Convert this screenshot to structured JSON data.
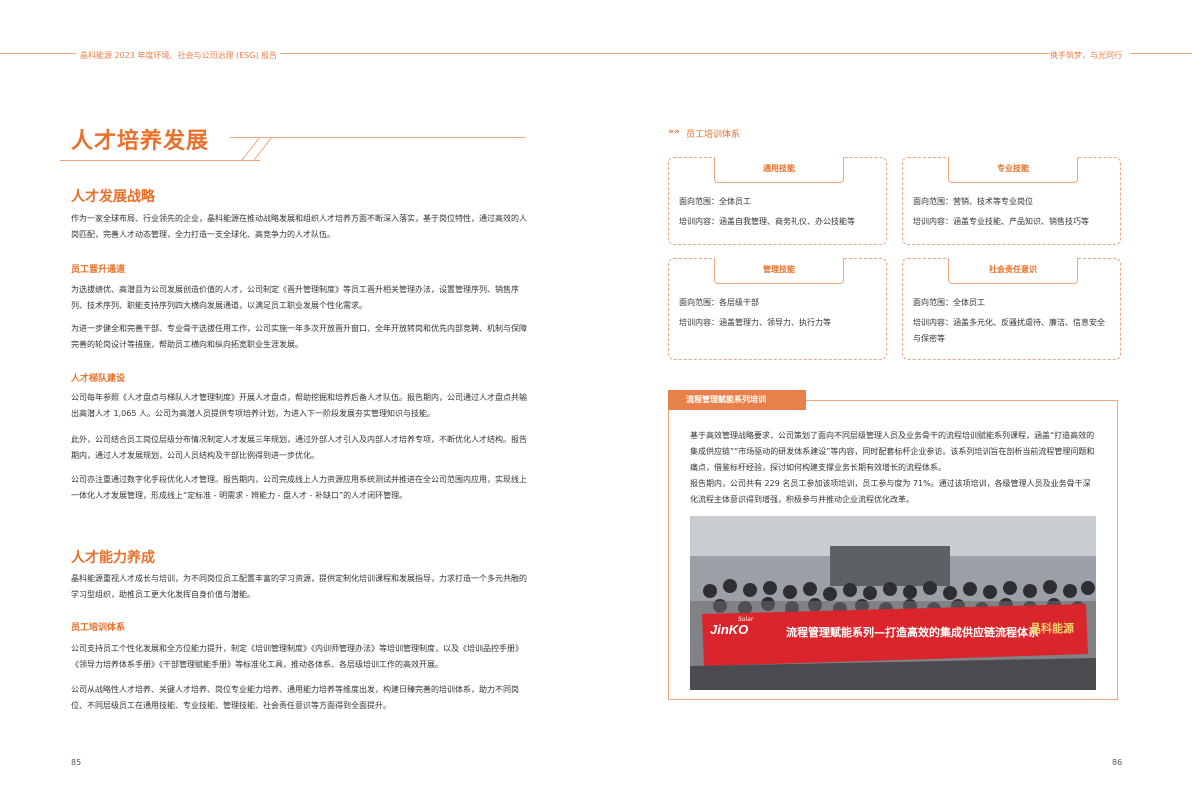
{
  "header": {
    "left": "晶科能源 2023 年度环境、社会与公司治理 (ESG) 报告",
    "right": "携手筑梦，与光同行"
  },
  "page_numbers": {
    "left": "85",
    "right": "86"
  },
  "left": {
    "title": "人才培养发展",
    "strategy": {
      "heading": "人才发展战略",
      "intro": "作为一家全球布局、行业领先的企业，晶科能源在推动战略发展和组织人才培养方面不断深入落实，基于岗位特性，通过高效的人岗匹配，完善人才动态管理，全力打造一支全球化、高竞争力的人才队伍。"
    },
    "promotion": {
      "heading": "员工晋升通道",
      "p1": "为选拔绩优、高潜且为公司发展创造价值的人才，公司制定《晋升管理制度》等员工晋升相关管理办法，设置管理序列、销售序列、技术序列、职能支持序列四大横向发展通道，以满足员工职业发展个性化需求。",
      "p2": "为进一步健全和完善干部、专业骨干选拔任用工作，公司实施一年多次开放晋升窗口、全年开放转岗和优先内部竞聘、机制与保障完善的轮岗设计等措施，帮助员工横向和纵向拓宽职业生涯发展。"
    },
    "echelon": {
      "heading": "人才梯队建设",
      "p1": "公司每年参照《人才盘点与梯队人才管理制度》开展人才盘点，帮助挖掘和培养后备人才队伍。报告期内，公司通过人才盘点共输出高潜人才 1,065 人。公司为高潜人员提供专项培养计划，为进入下一阶段发展夯实管理知识与技能。",
      "p2": "此外，公司结合员工岗位层级分布情况制定人才发展三年规划，通过外部人才引入及内部人才培养专项，不断优化人才结构。报告期内，通过人才发展规划，公司人员结构及干部比例得到进一步优化。",
      "p3": "公司亦注重通过数字化手段优化人才管理。报告期内，公司完成线上人力资源应用系统测试并推进在全公司范围内应用，实现线上一体化人才发展管理，形成线上“定标准 - 明需求 - 辨能力 - 盘人才 - 补缺口”的人才闭环管理。"
    },
    "capability": {
      "heading": "人才能力养成",
      "intro": "晶科能源重视人才成长与培训，为不同岗位员工配置丰富的学习资源，提供定制化培训课程和发展指导，力求打造一个多元共融的学习型组织，助推员工更大化发挥自身价值与潜能。"
    },
    "training": {
      "heading": "员工培训体系",
      "p1": "公司支持员工个性化发展和全方位能力提升，制定《培训管理制度》《内训师管理办法》等培训管理制度，以及《培训品控手册》《领导力培养体系手册》《干部管理赋能手册》等标准化工具，推动各体系、各层级培训工作的高效开展。",
      "p2": "公司从战略性人才培养、关键人才培养、岗位专业能力培养、通用能力培养等维度出发，构建日臻完善的培训体系，助力不同岗位、不同层级员工在通用技能、专业技能、管理技能、社会责任意识等方面得到全面提升。"
    }
  },
  "right": {
    "section_title": "员工培训体系",
    "cards": [
      {
        "title": "通用技能",
        "scope": "面向范围：全体员工",
        "content": "培训内容：涵盖自我管理、商务礼仪、办公技能等"
      },
      {
        "title": "专业技能",
        "scope": "面向范围：营销、技术等专业岗位",
        "content": "培训内容：涵盖专业技能、产品知识、销售技巧等"
      },
      {
        "title": "管理技能",
        "scope": "面向范围：各层级干部",
        "content": "培训内容：涵盖管理力、领导力、执行力等"
      },
      {
        "title": "社会责任意识",
        "scope": "面向范围：全体员工",
        "content": "培训内容：涵盖多元化、反骚扰虐待、廉洁、信息安全与保密等"
      }
    ],
    "case": {
      "banner": "流程管理赋能系列培训",
      "p1": "基于高效管理战略要求，公司策划了面向不同层级管理人员及业务骨干的流程培训赋能系列课程，涵盖“打造高效的集成供应链”“市场驱动的研发体系建设”等内容，同时配套标杆企业参访。该系列培训旨在剖析当前流程管理问题和痛点，借鉴标杆经验，探讨如何构建支撑业务长期有效增长的流程体系。",
      "p2": "报告期内，公司共有 229 名员工参加该项培训，员工参与度为 71%。通过该项培训，各级管理人员及业务骨干深化流程主体意识得到增强，积极参与并推动企业流程优化改革。",
      "photo_banner": "流程管理赋能系列—打造高效的集成供应链流程体系",
      "photo_logo": "JinKO",
      "photo_logo_sub": "Solar",
      "photo_logo_cn": "晶科能源"
    }
  }
}
